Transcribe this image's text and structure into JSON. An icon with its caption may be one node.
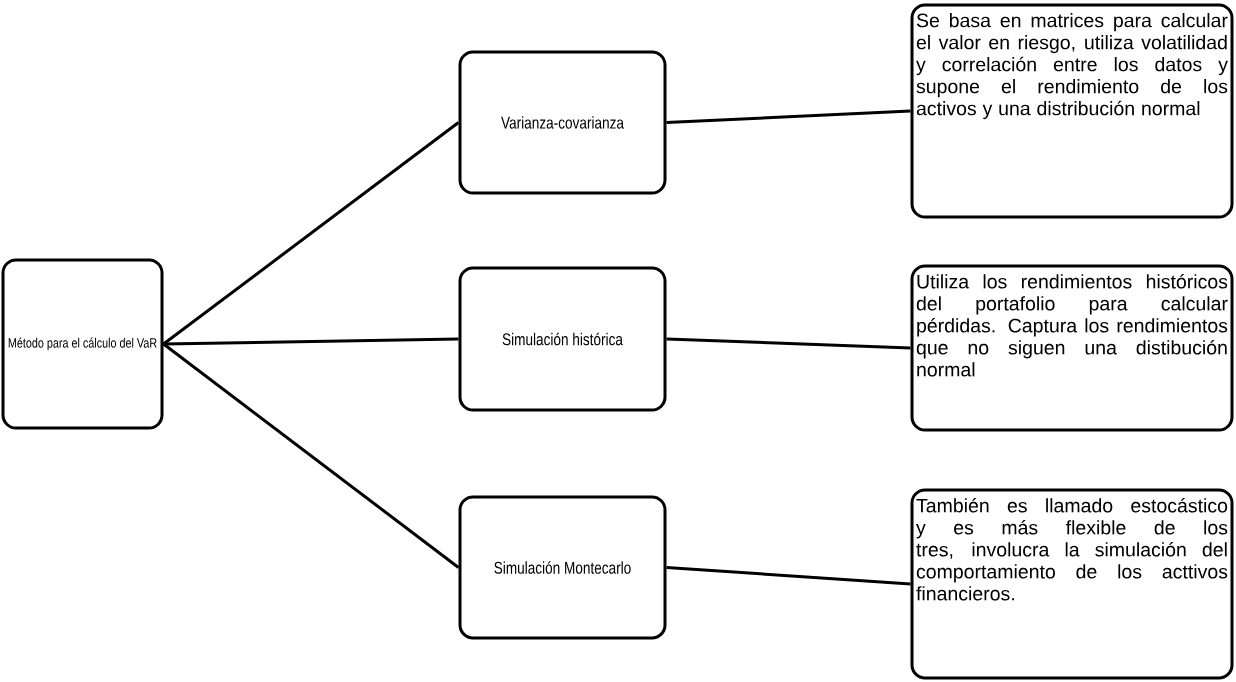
{
  "diagram": {
    "nodes": [
      {
        "text": [
          "Método para el cálculo del VaR"
        ]
      },
      {
        "text": [
          "Varianza-covarianza"
        ]
      },
      {
        "text": [
          "Simulación histórica"
        ]
      },
      {
        "text": [
          "Simulación Montecarlo"
        ]
      },
      {
        "text": [
          "Se basa en matrices para calcular el valor en riesgo, utiliza volatilidad y correlación entre los datos y supone el rendimiento de los activos y una distribución normal"
        ]
      },
      {
        "text": [
          "Utiliza los rendimientos históricos del portafolio para calcular pérdidas. Captura los rendimientos que no siguen una distibución normal"
        ]
      },
      {
        "text": [
          "También es llamado estocástico y es más flexible de los tres, involucra la simulación del comportamiento de los acttivos financieros."
        ]
      }
    ],
    "edges": [
      {
        "from": 0,
        "to": 1,
        "arrow": "none"
      },
      {
        "from": 0,
        "to": 2,
        "arrow": "none"
      },
      {
        "from": 0,
        "to": 3,
        "arrow": "none"
      },
      {
        "from": 1,
        "to": 4,
        "arrow": "none"
      },
      {
        "from": 2,
        "to": 5,
        "arrow": "none"
      },
      {
        "from": 3,
        "to": 6,
        "arrow": "none"
      }
    ]
  }
}
